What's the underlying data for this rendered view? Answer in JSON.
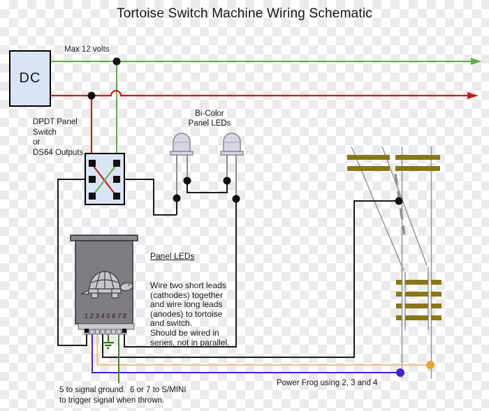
{
  "title": "Tortoise Switch Machine Wiring Schematic",
  "power": {
    "source_label": "DC",
    "max_voltage_label": "Max 12 volts"
  },
  "dpdt": {
    "label": "DPDT Panel\nSwitch\nor\nDS64 Outputs"
  },
  "leds": {
    "label": "Bi-Color\nPanel LEDs",
    "note_title": "Panel LEDs",
    "note_body": "Wire two short leads\n(cathodes) together\nand wire long leads\n(anodes) to tortoise\nand switch.\nShould be wired in\nseries, not in parallel."
  },
  "tortoise": {
    "pin_numbers": "12345678"
  },
  "notes": {
    "signal": "5 to signal ground.  6 or 7 to S/MINI\nto trigger signal when thrown.",
    "frog": "Power Frog using 2, 3 and 4"
  },
  "colors": {
    "wire_red": "#c21f1f",
    "wire_green_bus": "#6aa84f",
    "wire_black": "#1a1a1a",
    "wire_purple": "#4a1fd1",
    "wire_tan": "#e6c488",
    "dot_orange": "#e0a63c",
    "wire_ground_green": "#2e7012",
    "wire_signal_green": "#3f8a1d",
    "rail_olive": "#877716",
    "rail_gray": "#9b9b9b",
    "box_fill": "#d9e4f4",
    "tortoise_body": "#7e7d84",
    "led_fill": "#d9d5e3"
  }
}
